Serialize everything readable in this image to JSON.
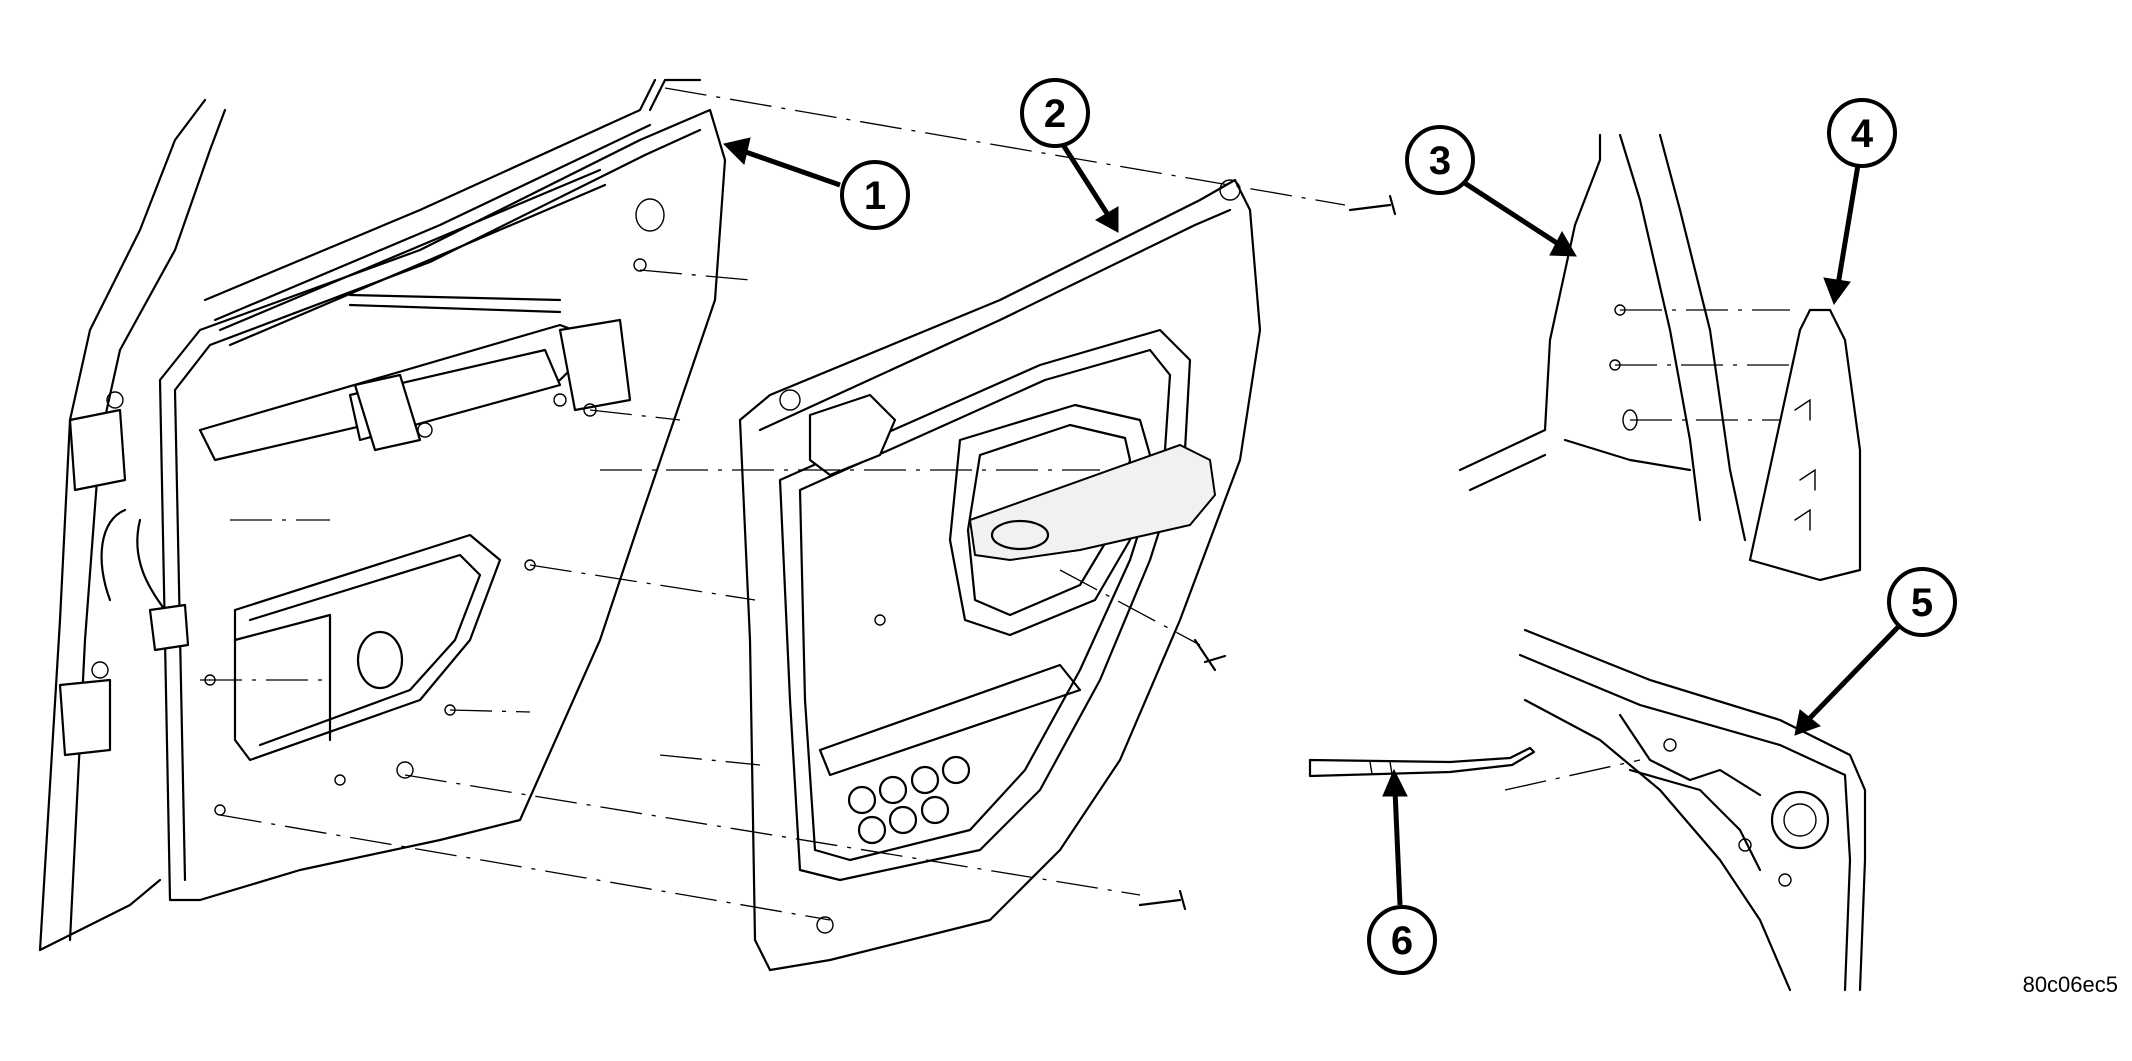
{
  "callouts": {
    "c1": "1",
    "c2": "2",
    "c3": "3",
    "c4": "4",
    "c5": "5",
    "c6": "6"
  },
  "figure_id": "80c06ec5",
  "colors": {
    "line": "#000000",
    "background": "#ffffff",
    "panel_fill": "#f1f1f1"
  }
}
